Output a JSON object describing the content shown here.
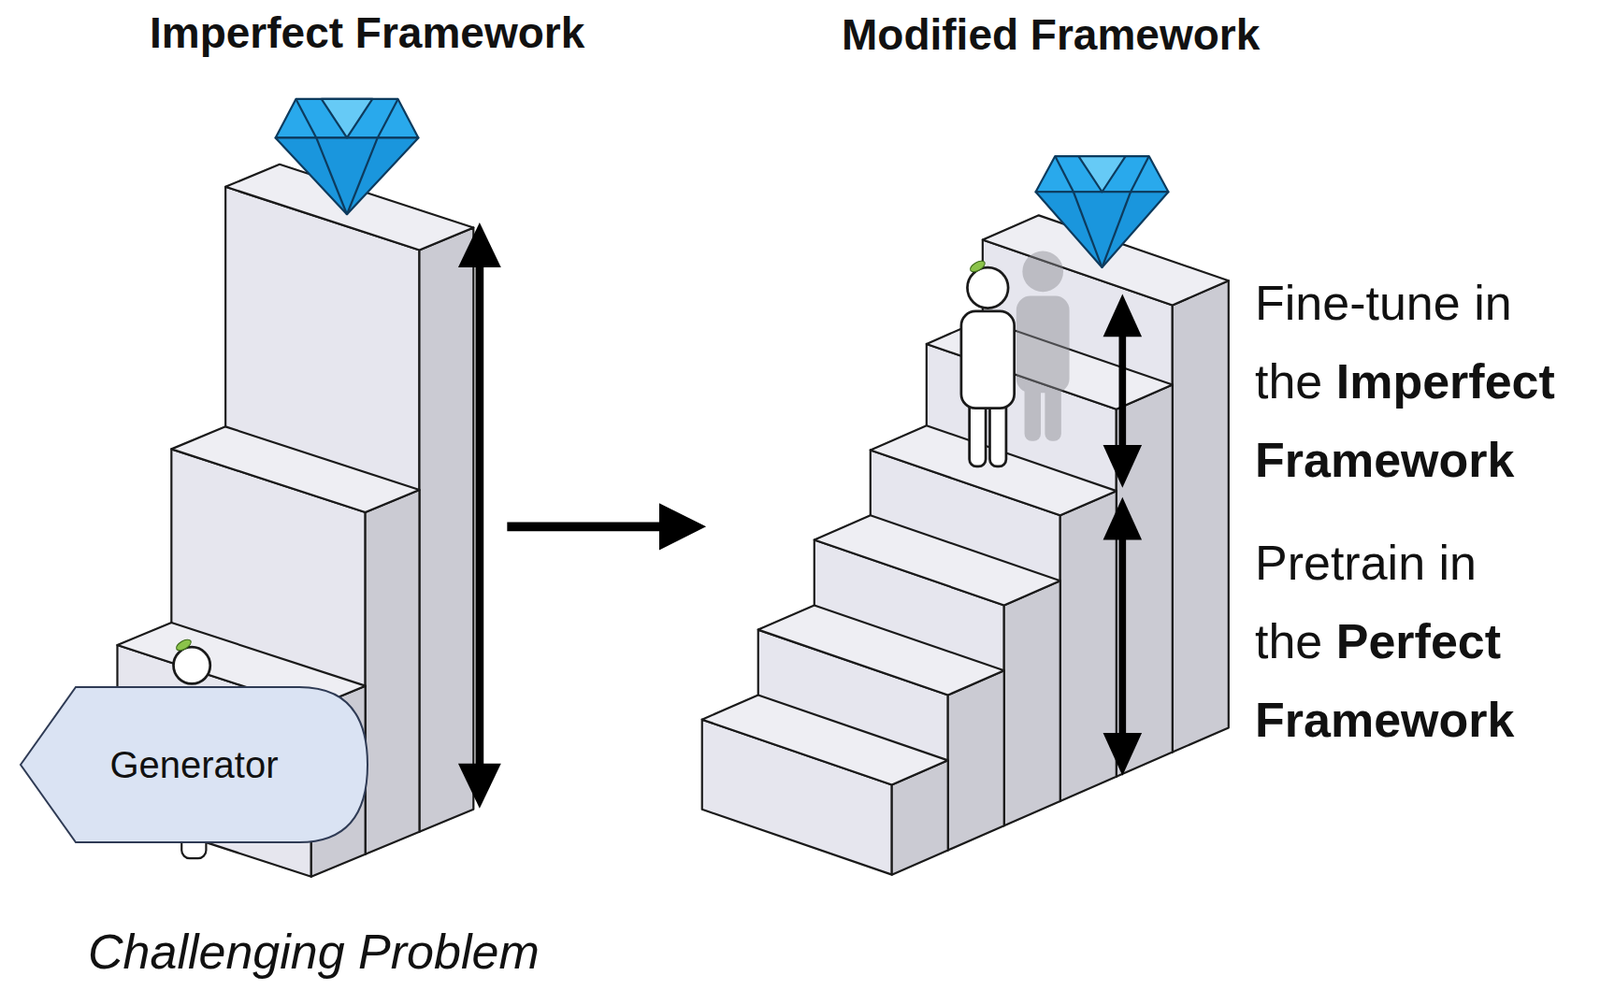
{
  "diagram": {
    "nodes": [
      {
        "text": [
          "Generator"
        ]
      }
    ],
    "labels": [
      "Imperfect Framework",
      "Modified Framework",
      "Fine-tune in the",
      "Imperfect Framework",
      "Pretrain in the",
      "Perfect Framework",
      "Challenging Problem"
    ]
  }
}
